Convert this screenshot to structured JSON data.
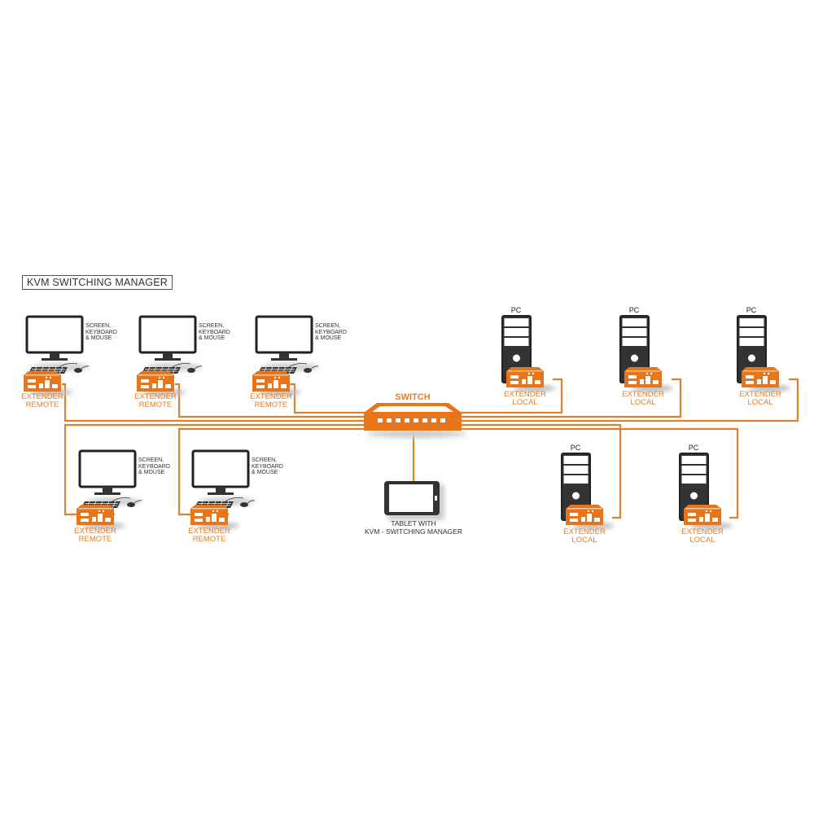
{
  "title": "KVM SWITCHING MANAGER",
  "colors": {
    "accent": "#e8751a",
    "line": "#e0802e",
    "device_dark": "#333333",
    "outline": "#222222"
  },
  "switch": {
    "label": "SWITCH",
    "ports": 8
  },
  "tablet": {
    "line1": "TABLET WITH",
    "line2": "KVM - SWITCHING MANAGER"
  },
  "remotes": [
    {
      "id": "r1",
      "skm": [
        "SCREEN,",
        "KEYBOARD",
        "& MOUSE"
      ],
      "ext": [
        "EXTENDER",
        "REMOTE"
      ]
    },
    {
      "id": "r2",
      "skm": [
        "SCREEN,",
        "KEYBOARD",
        "& MOUSE"
      ],
      "ext": [
        "EXTENDER",
        "REMOTE"
      ]
    },
    {
      "id": "r3",
      "skm": [
        "SCREEN,",
        "KEYBOARD",
        "& MOUSE"
      ],
      "ext": [
        "EXTENDER",
        "REMOTE"
      ]
    },
    {
      "id": "r4",
      "skm": [
        "SCREEN,",
        "KEYBOARD",
        "& MOUSE"
      ],
      "ext": [
        "EXTENDER",
        "REMOTE"
      ]
    },
    {
      "id": "r5",
      "skm": [
        "SCREEN,",
        "KEYBOARD",
        "& MOUSE"
      ],
      "ext": [
        "EXTENDER",
        "REMOTE"
      ]
    }
  ],
  "locals": [
    {
      "id": "l1",
      "pc": "PC",
      "ext": [
        "EXTENDER",
        "LOCAL"
      ]
    },
    {
      "id": "l2",
      "pc": "PC",
      "ext": [
        "EXTENDER",
        "LOCAL"
      ]
    },
    {
      "id": "l3",
      "pc": "PC",
      "ext": [
        "EXTENDER",
        "LOCAL"
      ]
    },
    {
      "id": "l4",
      "pc": "PC",
      "ext": [
        "EXTENDER",
        "LOCAL"
      ]
    },
    {
      "id": "l5",
      "pc": "PC",
      "ext": [
        "EXTENDER",
        "LOCAL"
      ]
    }
  ]
}
